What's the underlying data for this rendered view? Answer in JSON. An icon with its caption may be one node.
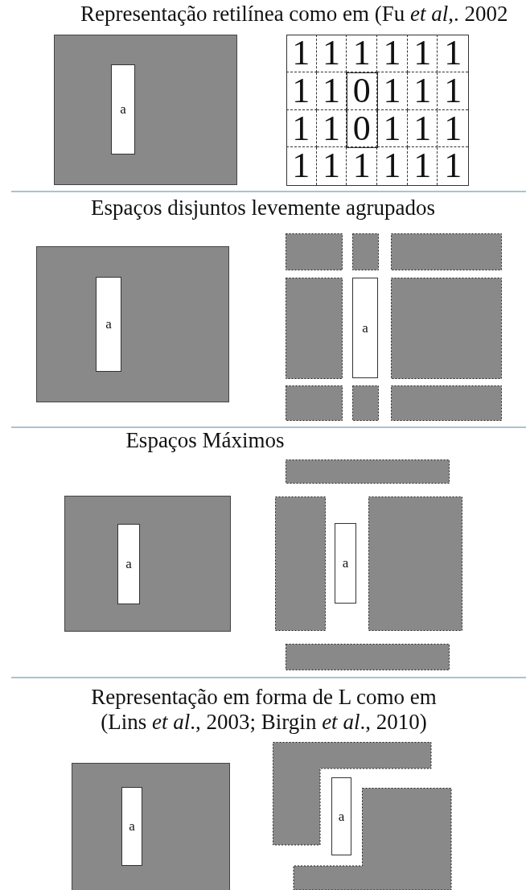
{
  "diagram": {
    "nodes": [
      {
        "text": [],
        "shape": "box"
      },
      {
        "text": [
          "a"
        ],
        "in": 0
      },
      {
        "text": [],
        "shape": "box"
      },
      {
        "text": [
          "a"
        ],
        "in": 2
      },
      {
        "text": [
          "a"
        ]
      },
      {
        "text": [],
        "shape": "box"
      },
      {
        "text": [
          "a"
        ],
        "in": 5
      },
      {
        "text": [
          "a"
        ]
      },
      {
        "text": [],
        "shape": "box"
      },
      {
        "text": [
          "a"
        ],
        "in": 8
      },
      {
        "text": [
          "a"
        ]
      }
    ],
    "labels": [
      "Representação retilínea como em (Fu *et al*,. 2002",
      "1",
      "1",
      "1",
      "1",
      "1",
      "1",
      "1",
      "1",
      "0",
      "1",
      "1",
      "1",
      "1",
      "1",
      "0",
      "1",
      "1",
      "1",
      "1",
      "1",
      "1",
      "1",
      "1",
      "1",
      "Espaços disjuntos levemente agrupados",
      "Espaços Máximos",
      "Representação em forma de L como em (Lins *et al*., 2003; Birgin *et al*., 2010)"
    ]
  }
}
